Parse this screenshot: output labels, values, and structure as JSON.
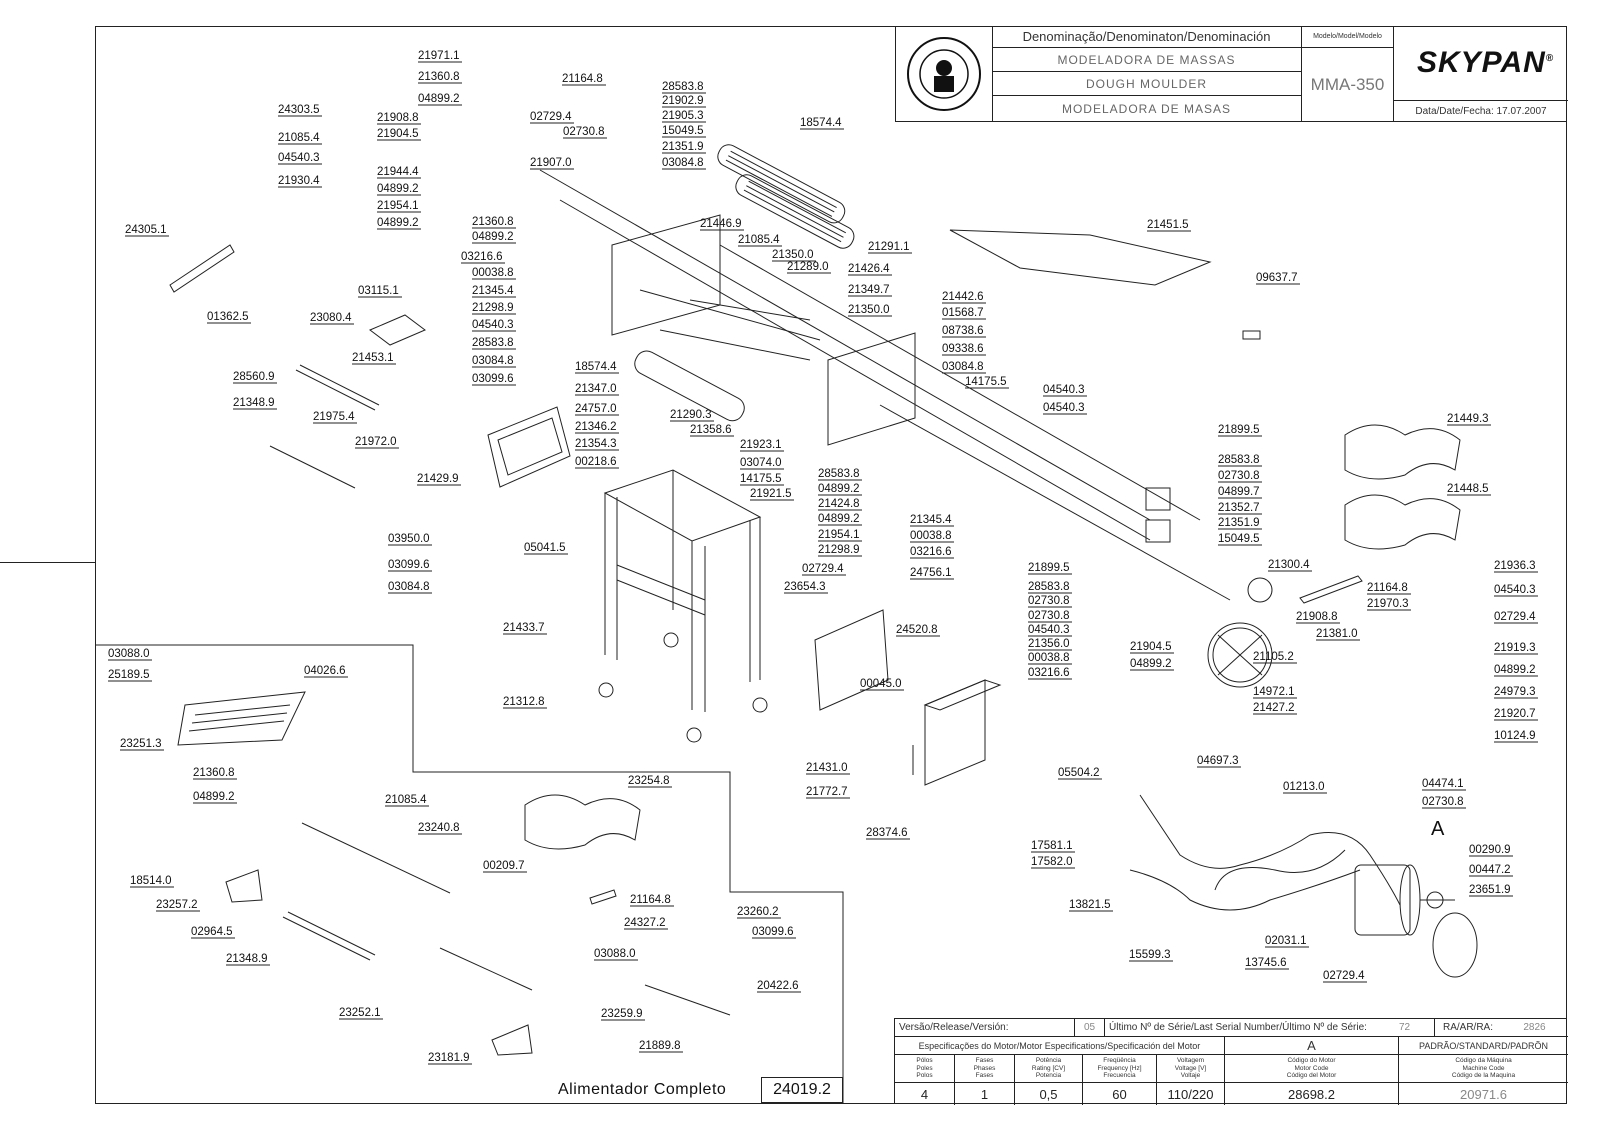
{
  "title_block": {
    "denomination_header": "Denominação/Denominaton/Denominación",
    "model_header": "Modelo/Model/Modelo",
    "name_pt": "MODELADORA DE MASSAS",
    "name_en": "DOUGH MOULDER",
    "name_es": "MODELADORA DE MASAS",
    "model": "MMA-350",
    "brand": "SKYPAN",
    "registered_mark": "®",
    "date_label": "Data/Date/Fecha:",
    "date": "17.07.2007"
  },
  "spec_block": {
    "version_label": "Versão/Release/Versión:",
    "version": "05",
    "serial_label": "Último Nº de Série/Last Serial Number/Último Nº de Série:",
    "serial": "72",
    "ra_label": "RA/AR/RA:",
    "ra": "2826",
    "motor_spec_label": "Especificações do Motor/Motor Especifications/Specificación del Motor",
    "motor_letter": "A",
    "standard_label": "PADRÃO/STANDARD/PADRÕN",
    "col_headers": [
      "Pólos\nPoles\nPolos",
      "Fases\nPhases\nFases",
      "Potência\nRating [CV]\nPotencia",
      "Freqüência\nFrequency [Hz]\nFrecuencia",
      "Voltagem\nVoltage [V]\nVoltaje",
      "Código do Motor\nMotor Code\nCódigo del Motor",
      "Código da Máquina\nMachine Code\nCódigo de la Maquina"
    ],
    "values": [
      "4",
      "1",
      "0,5",
      "60",
      "110/220",
      "28698.2",
      "20971.6"
    ]
  },
  "feeder": {
    "title": "Alimentador Completo",
    "code": "24019.2"
  },
  "callout_A": "A",
  "part_labels": [
    [
      "21971.1",
      418,
      59
    ],
    [
      "21360.8",
      418,
      80
    ],
    [
      "21164.8",
      562,
      82
    ],
    [
      "04899.2",
      418,
      102
    ],
    [
      "24303.5",
      278,
      113
    ],
    [
      "21908.8",
      377,
      121
    ],
    [
      "02729.4",
      530,
      120
    ],
    [
      "28583.8",
      662,
      90
    ],
    [
      "21902.9",
      662,
      104
    ],
    [
      "21905.3",
      662,
      119
    ],
    [
      "02730.8",
      563,
      135
    ],
    [
      "15049.5",
      662,
      134
    ],
    [
      "21904.5",
      377,
      137
    ],
    [
      "21085.4",
      278,
      141
    ],
    [
      "21351.9",
      662,
      150
    ],
    [
      "04540.3",
      278,
      161
    ],
    [
      "21907.0",
      530,
      166
    ],
    [
      "03084.8",
      662,
      166
    ],
    [
      "21944.4",
      377,
      175
    ],
    [
      "21930.4",
      278,
      184
    ],
    [
      "04899.2",
      377,
      192
    ],
    [
      "21954.1",
      377,
      209
    ],
    [
      "21360.8",
      472,
      225
    ],
    [
      "04899.2",
      377,
      226
    ],
    [
      "24305.1",
      125,
      233
    ],
    [
      "04899.2",
      472,
      240
    ],
    [
      "03216.6",
      461,
      260
    ],
    [
      "00038.8",
      472,
      276
    ],
    [
      "21345.4",
      472,
      294
    ],
    [
      "21298.9",
      472,
      311
    ],
    [
      "04540.3",
      472,
      328
    ],
    [
      "28583.8",
      472,
      346
    ],
    [
      "03084.8",
      472,
      364
    ],
    [
      "03099.6",
      472,
      382
    ],
    [
      "18574.4",
      575,
      370
    ],
    [
      "21347.0",
      575,
      392
    ],
    [
      "24757.0",
      575,
      412
    ],
    [
      "21346.2",
      575,
      430
    ],
    [
      "21354.3",
      575,
      447
    ],
    [
      "00218.6",
      575,
      465
    ],
    [
      "18574.4",
      800,
      126
    ],
    [
      "21446.9",
      700,
      227
    ],
    [
      "21085.4",
      738,
      243
    ],
    [
      "21350.0",
      772,
      258
    ],
    [
      "21289.0",
      787,
      270
    ],
    [
      "21426.4",
      848,
      272
    ],
    [
      "21349.7",
      848,
      293
    ],
    [
      "21350.0",
      848,
      313
    ],
    [
      "21291.1",
      868,
      250
    ],
    [
      "21451.5",
      1147,
      228
    ],
    [
      "09637.7",
      1256,
      281
    ],
    [
      "21442.6",
      942,
      300
    ],
    [
      "01568.7",
      942,
      316
    ],
    [
      "08738.6",
      942,
      334
    ],
    [
      "09338.6",
      942,
      352
    ],
    [
      "03084.8",
      942,
      370
    ],
    [
      "14175.5",
      965,
      385
    ],
    [
      "04540.3",
      1043,
      393
    ],
    [
      "04540.3",
      1043,
      411
    ],
    [
      "21290.3",
      670,
      418
    ],
    [
      "21358.6",
      690,
      433
    ],
    [
      "21923.1",
      740,
      448
    ],
    [
      "03074.0",
      740,
      466
    ],
    [
      "14175.5",
      740,
      482
    ],
    [
      "21921.5",
      750,
      497
    ],
    [
      "28583.8",
      818,
      477
    ],
    [
      "04899.2",
      818,
      492
    ],
    [
      "21424.8",
      818,
      507
    ],
    [
      "04899.2",
      818,
      522
    ],
    [
      "21954.1",
      818,
      538
    ],
    [
      "21298.9",
      818,
      553
    ],
    [
      "21345.4",
      910,
      523
    ],
    [
      "00038.8",
      910,
      539
    ],
    [
      "03216.6",
      910,
      555
    ],
    [
      "24756.1",
      910,
      576
    ],
    [
      "21899.5",
      1218,
      433
    ],
    [
      "28583.8",
      1218,
      463
    ],
    [
      "02730.8",
      1218,
      479
    ],
    [
      "04899.7",
      1218,
      495
    ],
    [
      "21352.7",
      1218,
      511
    ],
    [
      "21351.9",
      1218,
      526
    ],
    [
      "15049.5",
      1218,
      542
    ],
    [
      "21899.5",
      1028,
      571
    ],
    [
      "28583.8",
      1028,
      590
    ],
    [
      "02730.8",
      1028,
      604
    ],
    [
      "02730.8",
      1028,
      619
    ],
    [
      "04540.3",
      1028,
      633
    ],
    [
      "21356.0",
      1028,
      647
    ],
    [
      "00038.8",
      1028,
      661
    ],
    [
      "03216.6",
      1028,
      676
    ],
    [
      "21300.4",
      1268,
      568
    ],
    [
      "21164.8",
      1367,
      591
    ],
    [
      "21970.3",
      1367,
      607
    ],
    [
      "21908.8",
      1296,
      620
    ],
    [
      "21381.0",
      1316,
      637
    ],
    [
      "21904.5",
      1130,
      650
    ],
    [
      "04899.2",
      1130,
      667
    ],
    [
      "21105.2",
      1253,
      660
    ],
    [
      "14972.1",
      1253,
      695
    ],
    [
      "21427.2",
      1253,
      711
    ],
    [
      "21449.3",
      1447,
      422
    ],
    [
      "21448.5",
      1447,
      492
    ],
    [
      "21936.3",
      1494,
      569
    ],
    [
      "04540.3",
      1494,
      593
    ],
    [
      "02729.4",
      1494,
      620
    ],
    [
      "21919.3",
      1494,
      651
    ],
    [
      "04899.2",
      1494,
      673
    ],
    [
      "24979.3",
      1494,
      695
    ],
    [
      "21920.7",
      1494,
      717
    ],
    [
      "10124.9",
      1494,
      739
    ],
    [
      "01362.5",
      207,
      320
    ],
    [
      "03115.1",
      358,
      294
    ],
    [
      "23080.4",
      310,
      321
    ],
    [
      "21453.1",
      352,
      361
    ],
    [
      "28560.9",
      233,
      380
    ],
    [
      "21348.9",
      233,
      406
    ],
    [
      "21975.4",
      313,
      420
    ],
    [
      "21972.0",
      355,
      445
    ],
    [
      "21429.9",
      417,
      482
    ],
    [
      "05041.5",
      524,
      551
    ],
    [
      "03950.0",
      388,
      542
    ],
    [
      "03099.6",
      388,
      568
    ],
    [
      "03084.8",
      388,
      590
    ],
    [
      "21433.7",
      503,
      631
    ],
    [
      "21312.8",
      503,
      705
    ],
    [
      "02729.4",
      802,
      572
    ],
    [
      "23654.3",
      784,
      590
    ],
    [
      "24520.8",
      896,
      633
    ],
    [
      "00045.0",
      860,
      687
    ],
    [
      "21431.0",
      806,
      771
    ],
    [
      "21772.7",
      806,
      795
    ],
    [
      "28374.6",
      866,
      836
    ],
    [
      "05504.2",
      1058,
      776
    ],
    [
      "04697.3",
      1197,
      764
    ],
    [
      "01213.0",
      1283,
      790
    ],
    [
      "04474.1",
      1422,
      787
    ],
    [
      "02730.8",
      1422,
      805
    ],
    [
      "00290.9",
      1469,
      853
    ],
    [
      "00447.2",
      1469,
      873
    ],
    [
      "23651.9",
      1469,
      893
    ],
    [
      "17581.1",
      1031,
      849
    ],
    [
      "17582.0",
      1031,
      865
    ],
    [
      "13821.5",
      1069,
      908
    ],
    [
      "15599.3",
      1129,
      958
    ],
    [
      "13745.6",
      1245,
      966
    ],
    [
      "02031.1",
      1265,
      944
    ],
    [
      "02729.4",
      1323,
      979
    ],
    [
      "03088.0",
      108,
      657
    ],
    [
      "25189.5",
      108,
      678
    ],
    [
      "04026.6",
      304,
      674
    ],
    [
      "23251.3",
      120,
      747
    ],
    [
      "21360.8",
      193,
      776
    ],
    [
      "04899.2",
      193,
      800
    ],
    [
      "21085.4",
      385,
      803
    ],
    [
      "23240.8",
      418,
      831
    ],
    [
      "00209.7",
      483,
      869
    ],
    [
      "18514.0",
      130,
      884
    ],
    [
      "23257.2",
      156,
      908
    ],
    [
      "02964.5",
      191,
      935
    ],
    [
      "21348.9",
      226,
      962
    ],
    [
      "23252.1",
      339,
      1016
    ],
    [
      "23181.9",
      428,
      1061
    ],
    [
      "23254.8",
      628,
      784
    ],
    [
      "21164.8",
      630,
      903
    ],
    [
      "24327.2",
      624,
      926
    ],
    [
      "23260.2",
      737,
      915
    ],
    [
      "03099.6",
      752,
      935
    ],
    [
      "03088.0",
      594,
      957
    ],
    [
      "20422.6",
      757,
      989
    ],
    [
      "23259.9",
      601,
      1017
    ],
    [
      "21889.8",
      639,
      1049
    ]
  ]
}
